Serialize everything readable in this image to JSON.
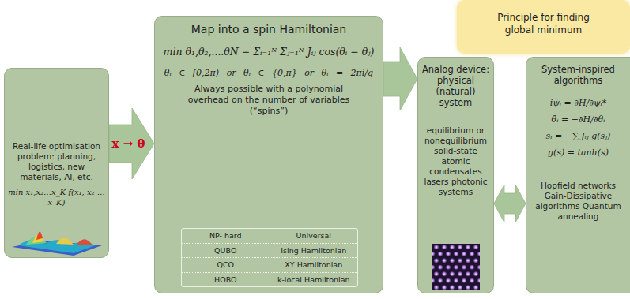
{
  "diagram": {
    "nodes": [
      {
        "text": [
          "Real-life optimisation problem: planning, logistics, new materials, AI, etc.",
          "min x₁,x₂…x_K f(x₁, x₂ … x_K)"
        ]
      },
      {
        "text": [
          "Map into a spin Hamiltonian",
          "min θ₁,θ₂,....θN − Σᵢ₌₁ᴺ Σⱼ₌₁ᴺ Jᵢⱼ cos(θᵢ − θⱼ)",
          "θᵢ ∈ [0,2π) or θᵢ ∈ {0,π} or θᵢ = 2πi/q",
          "Always possible with a polynomial overhead on the number of variables (“spins”)"
        ]
      },
      {
        "text": [
          "Principle for finding global minimum"
        ]
      },
      {
        "text": [
          "Analog device: physical (natural) system",
          "equilibrium or nonequilibrium solid-state atomic condensates lasers photonic systems"
        ]
      },
      {
        "text": [
          "System-inspired algorithms",
          "iψ̇ᵢ = ∂H/∂ψᵢ*",
          "θ̇ᵢ = −∂H/∂θᵢ",
          "ṡᵢ = −∑ Jᵢⱼ g(sⱼ)",
          "g(s) = tanh(s)",
          "Hopfield networks Gain-Dissipative algorithms Quantum annealing"
        ]
      }
    ],
    "edges": [
      {
        "from": 0,
        "to": 1,
        "label": "x → θ",
        "arrow": "to"
      },
      {
        "from": 1,
        "to": 3,
        "arrow": "to"
      },
      {
        "from": 3,
        "to": 4,
        "arrow": "both"
      }
    ],
    "labels": [
      "NP- hard",
      "Universal",
      "QUBO",
      "Ising Hamiltonian",
      "QCO",
      "XY Hamiltonian",
      "HOBO",
      "k-local Hamiltonian"
    ]
  }
}
